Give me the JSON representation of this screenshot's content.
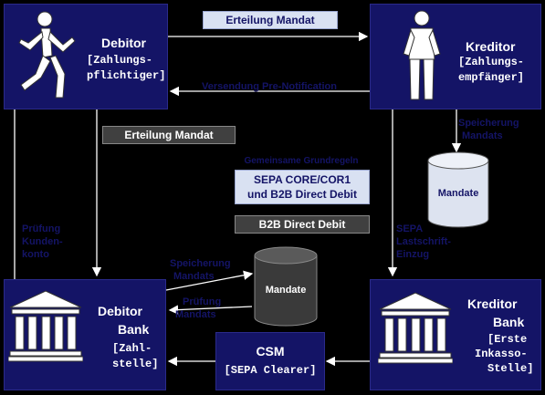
{
  "debitor": {
    "title": "Debitor",
    "sub1": "[Zahlungs-",
    "sub2": "pflichtiger]"
  },
  "kreditor": {
    "title": "Kreditor",
    "sub1": "[Zahlungs-",
    "sub2": "empfänger]"
  },
  "debitor_bank": {
    "title1": "Debitor",
    "title2": "Bank",
    "sub1": "[Zahl-",
    "sub2": "stelle]"
  },
  "kreditor_bank": {
    "title1": "Kreditor",
    "title2": "Bank",
    "sub1": "[Erste",
    "sub2": "Inkasso-",
    "sub3": "Stelle]"
  },
  "csm": {
    "title": "CSM",
    "sub": "[SEPA Clearer]"
  },
  "arrows": {
    "erteilung_top": "Erteilung Mandat",
    "vorabinfo": "Versendung Pre-Notification",
    "erteilung_mid": "Erteilung Mandat",
    "gemeinsam": "Gemeinsame Grundregeln",
    "core_1": "SEPA CORE/COR1",
    "core_2": "und B2B Direct Debit",
    "b2b": "B2B Direct Debit",
    "speicherung_k1": "Speicherung",
    "speicherung_k2": "Mandats",
    "pruefung_1": "Prüfung",
    "pruefung_2": "Kunden-",
    "pruefung_3": "konto",
    "sepa_1": "SEPA",
    "sepa_2": "Lastschrift-",
    "sepa_3": "Einzug",
    "speicherung_d1": "Speicherung",
    "speicherung_d2": "Mandats",
    "pruefung_b1": "Prüfung",
    "pruefung_b2": "Mandats"
  },
  "db_kreditor": "Mandate",
  "db_debitor": "Mandate",
  "colors": {
    "box": "#141466",
    "light": "#d9e1f2",
    "dark": "#404040",
    "text_dark": "#141466"
  }
}
